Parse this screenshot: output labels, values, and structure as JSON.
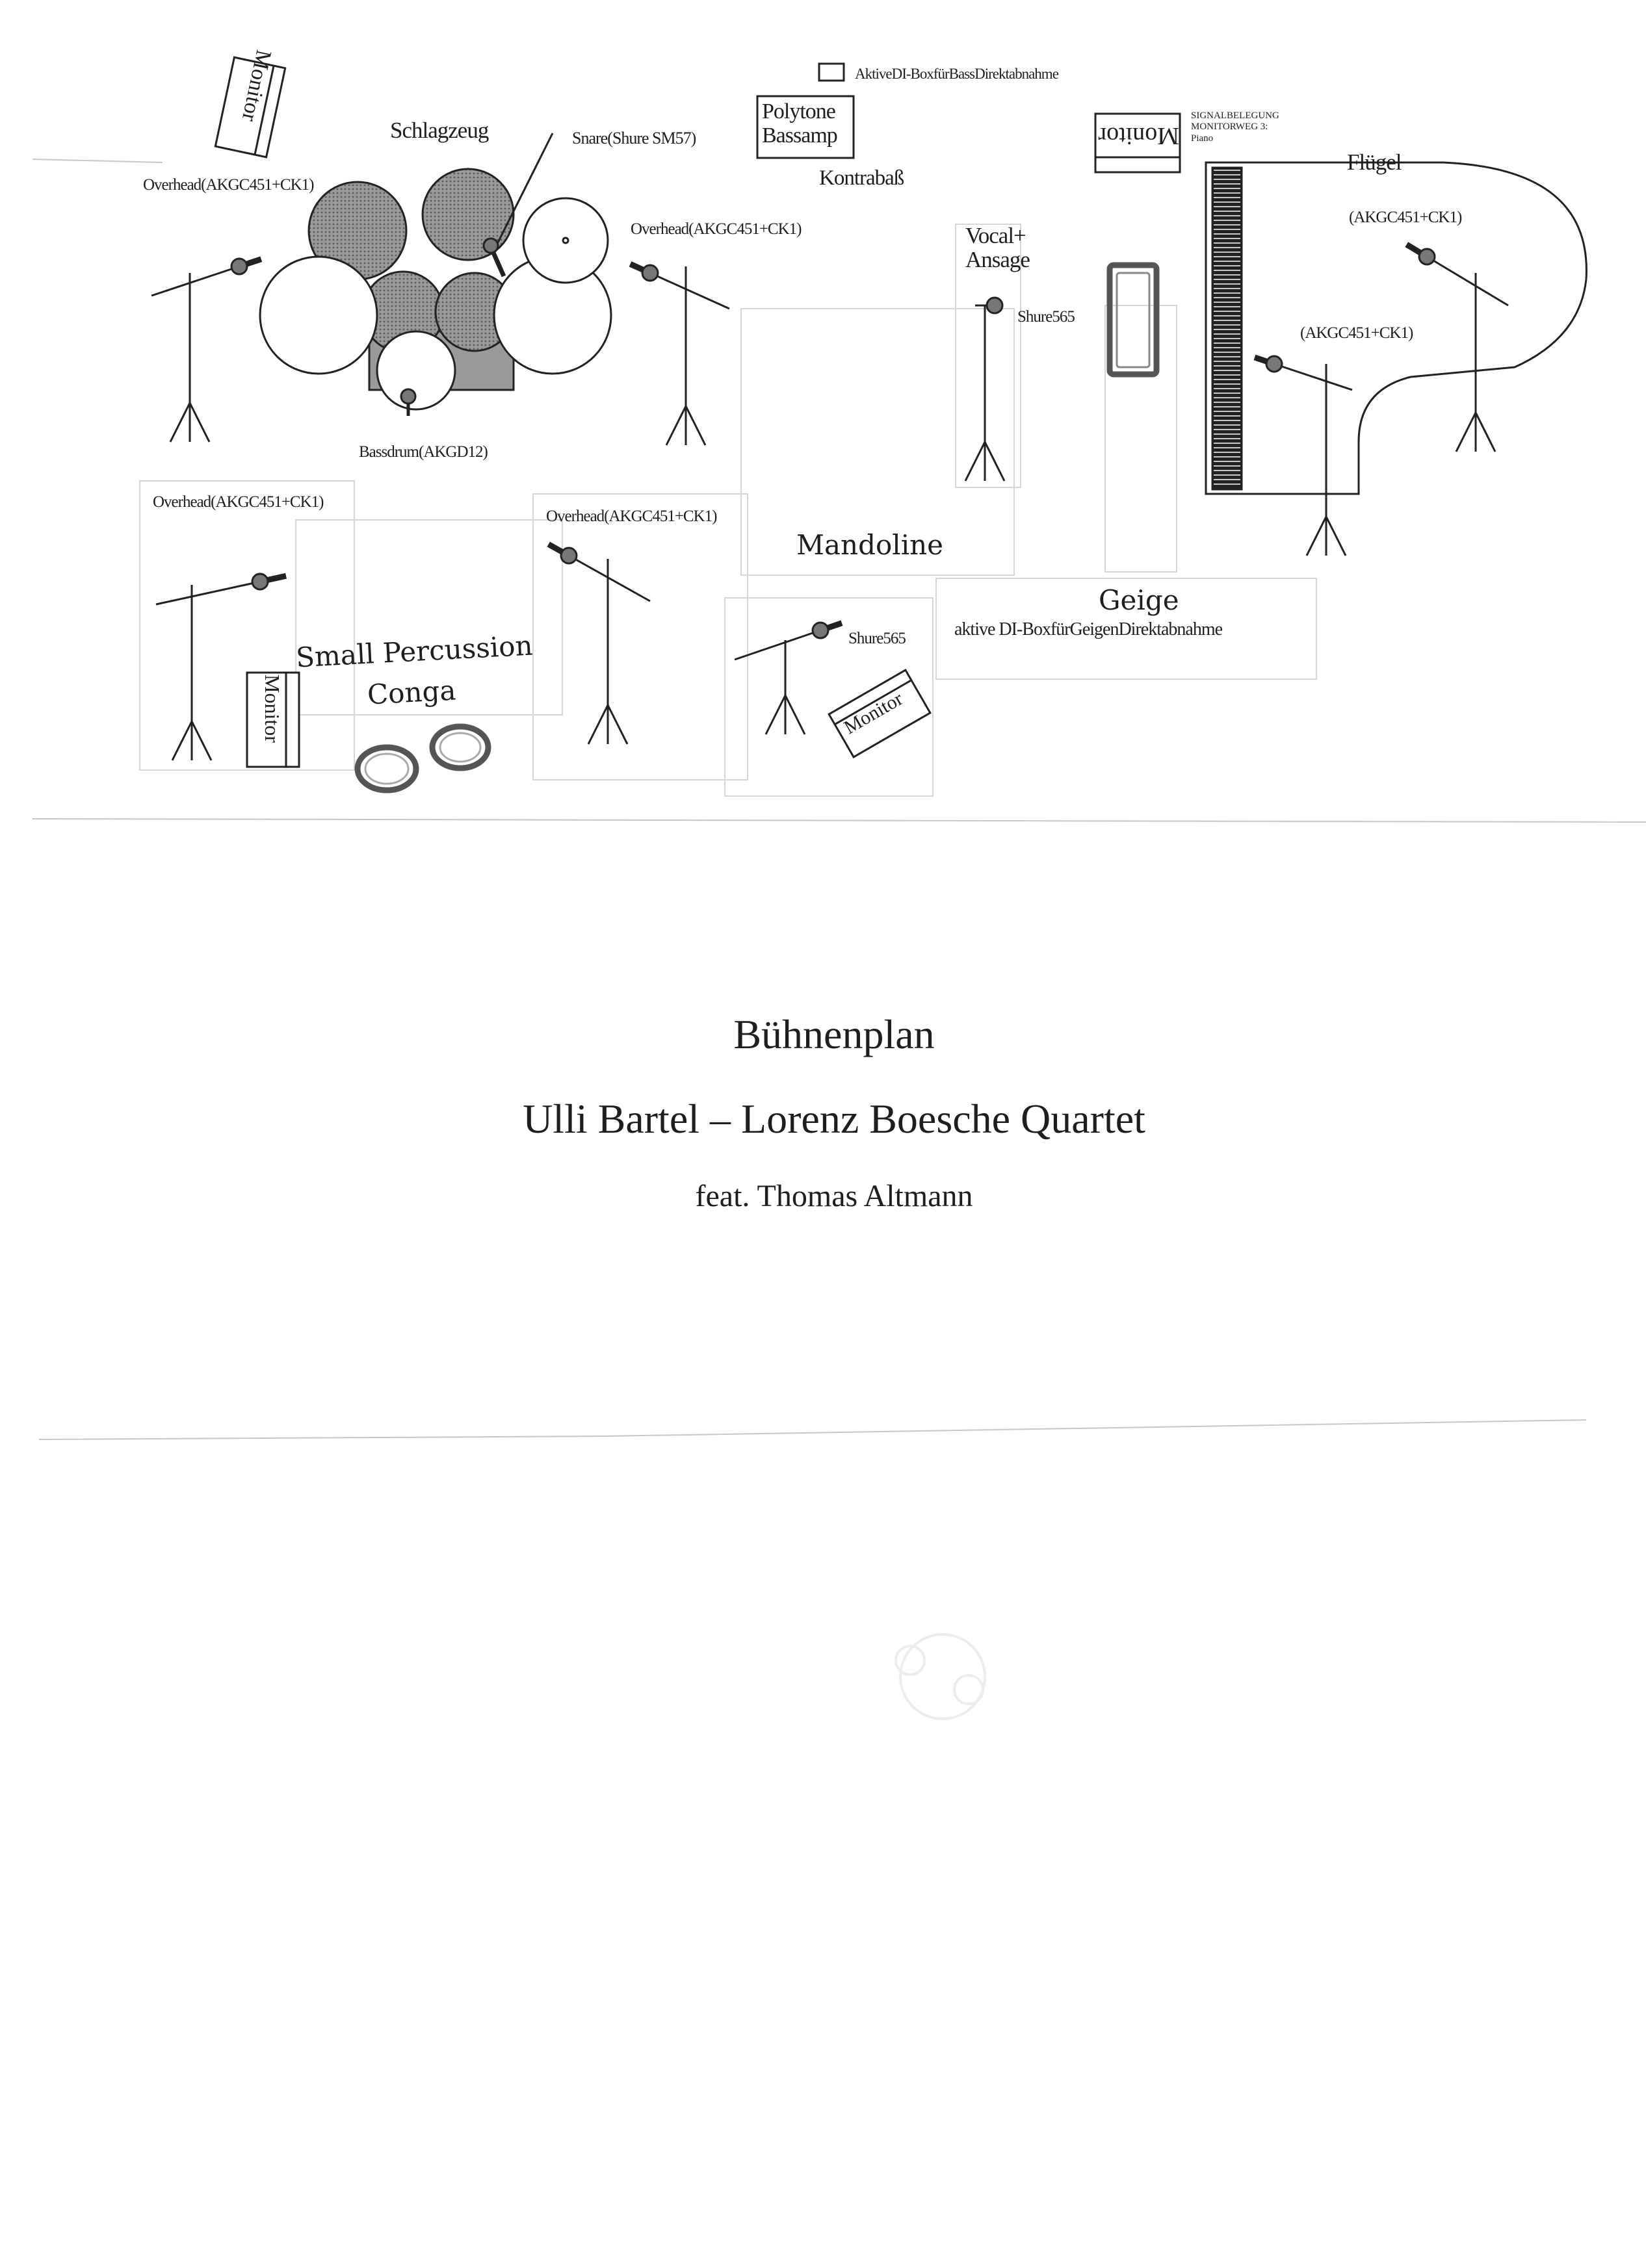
{
  "labels": {
    "monitor": "Monitor",
    "schlagzeug": "Schlagzeug",
    "snare": "Snare(Shure SM57)",
    "overhead_full": "Overhead(AKGC451+CK1)",
    "overhead_short": "Overhead(AKGC451+CK1)",
    "bassdrum": "Bassdrum(AKGD12)",
    "polytone": "Polytone\nBassamp",
    "kontrabass": "Kontrabaß",
    "aktive_di_bass": "AktiveDI-BoxfürBassDirektabnahme",
    "signalbelegung": "SIGNALBELEGUNG\nMONITORWEG 3:\nPiano",
    "fluegel": "Flügel",
    "akg_c451": "(AKGC451+CK1)",
    "vocal_ansage": "Vocal+\nAnsage",
    "shure565": "Shure565",
    "mandoline": "Mandoline",
    "geige": "Geige",
    "aktive_di_geige": "aktive DI-BoxfürGeigenDirektabnahme",
    "small_percussion": "Small Percussion",
    "conga": "Conga"
  },
  "title": {
    "line1": "Bühnenplan",
    "line2": "Ulli Bartel – Lorenz Boesche Quartet",
    "line3": "feat. Thomas Altmann"
  },
  "colors": {
    "ink": "#1e1e1e",
    "shade": "#8a8a8a",
    "paper": "#ffffff"
  }
}
